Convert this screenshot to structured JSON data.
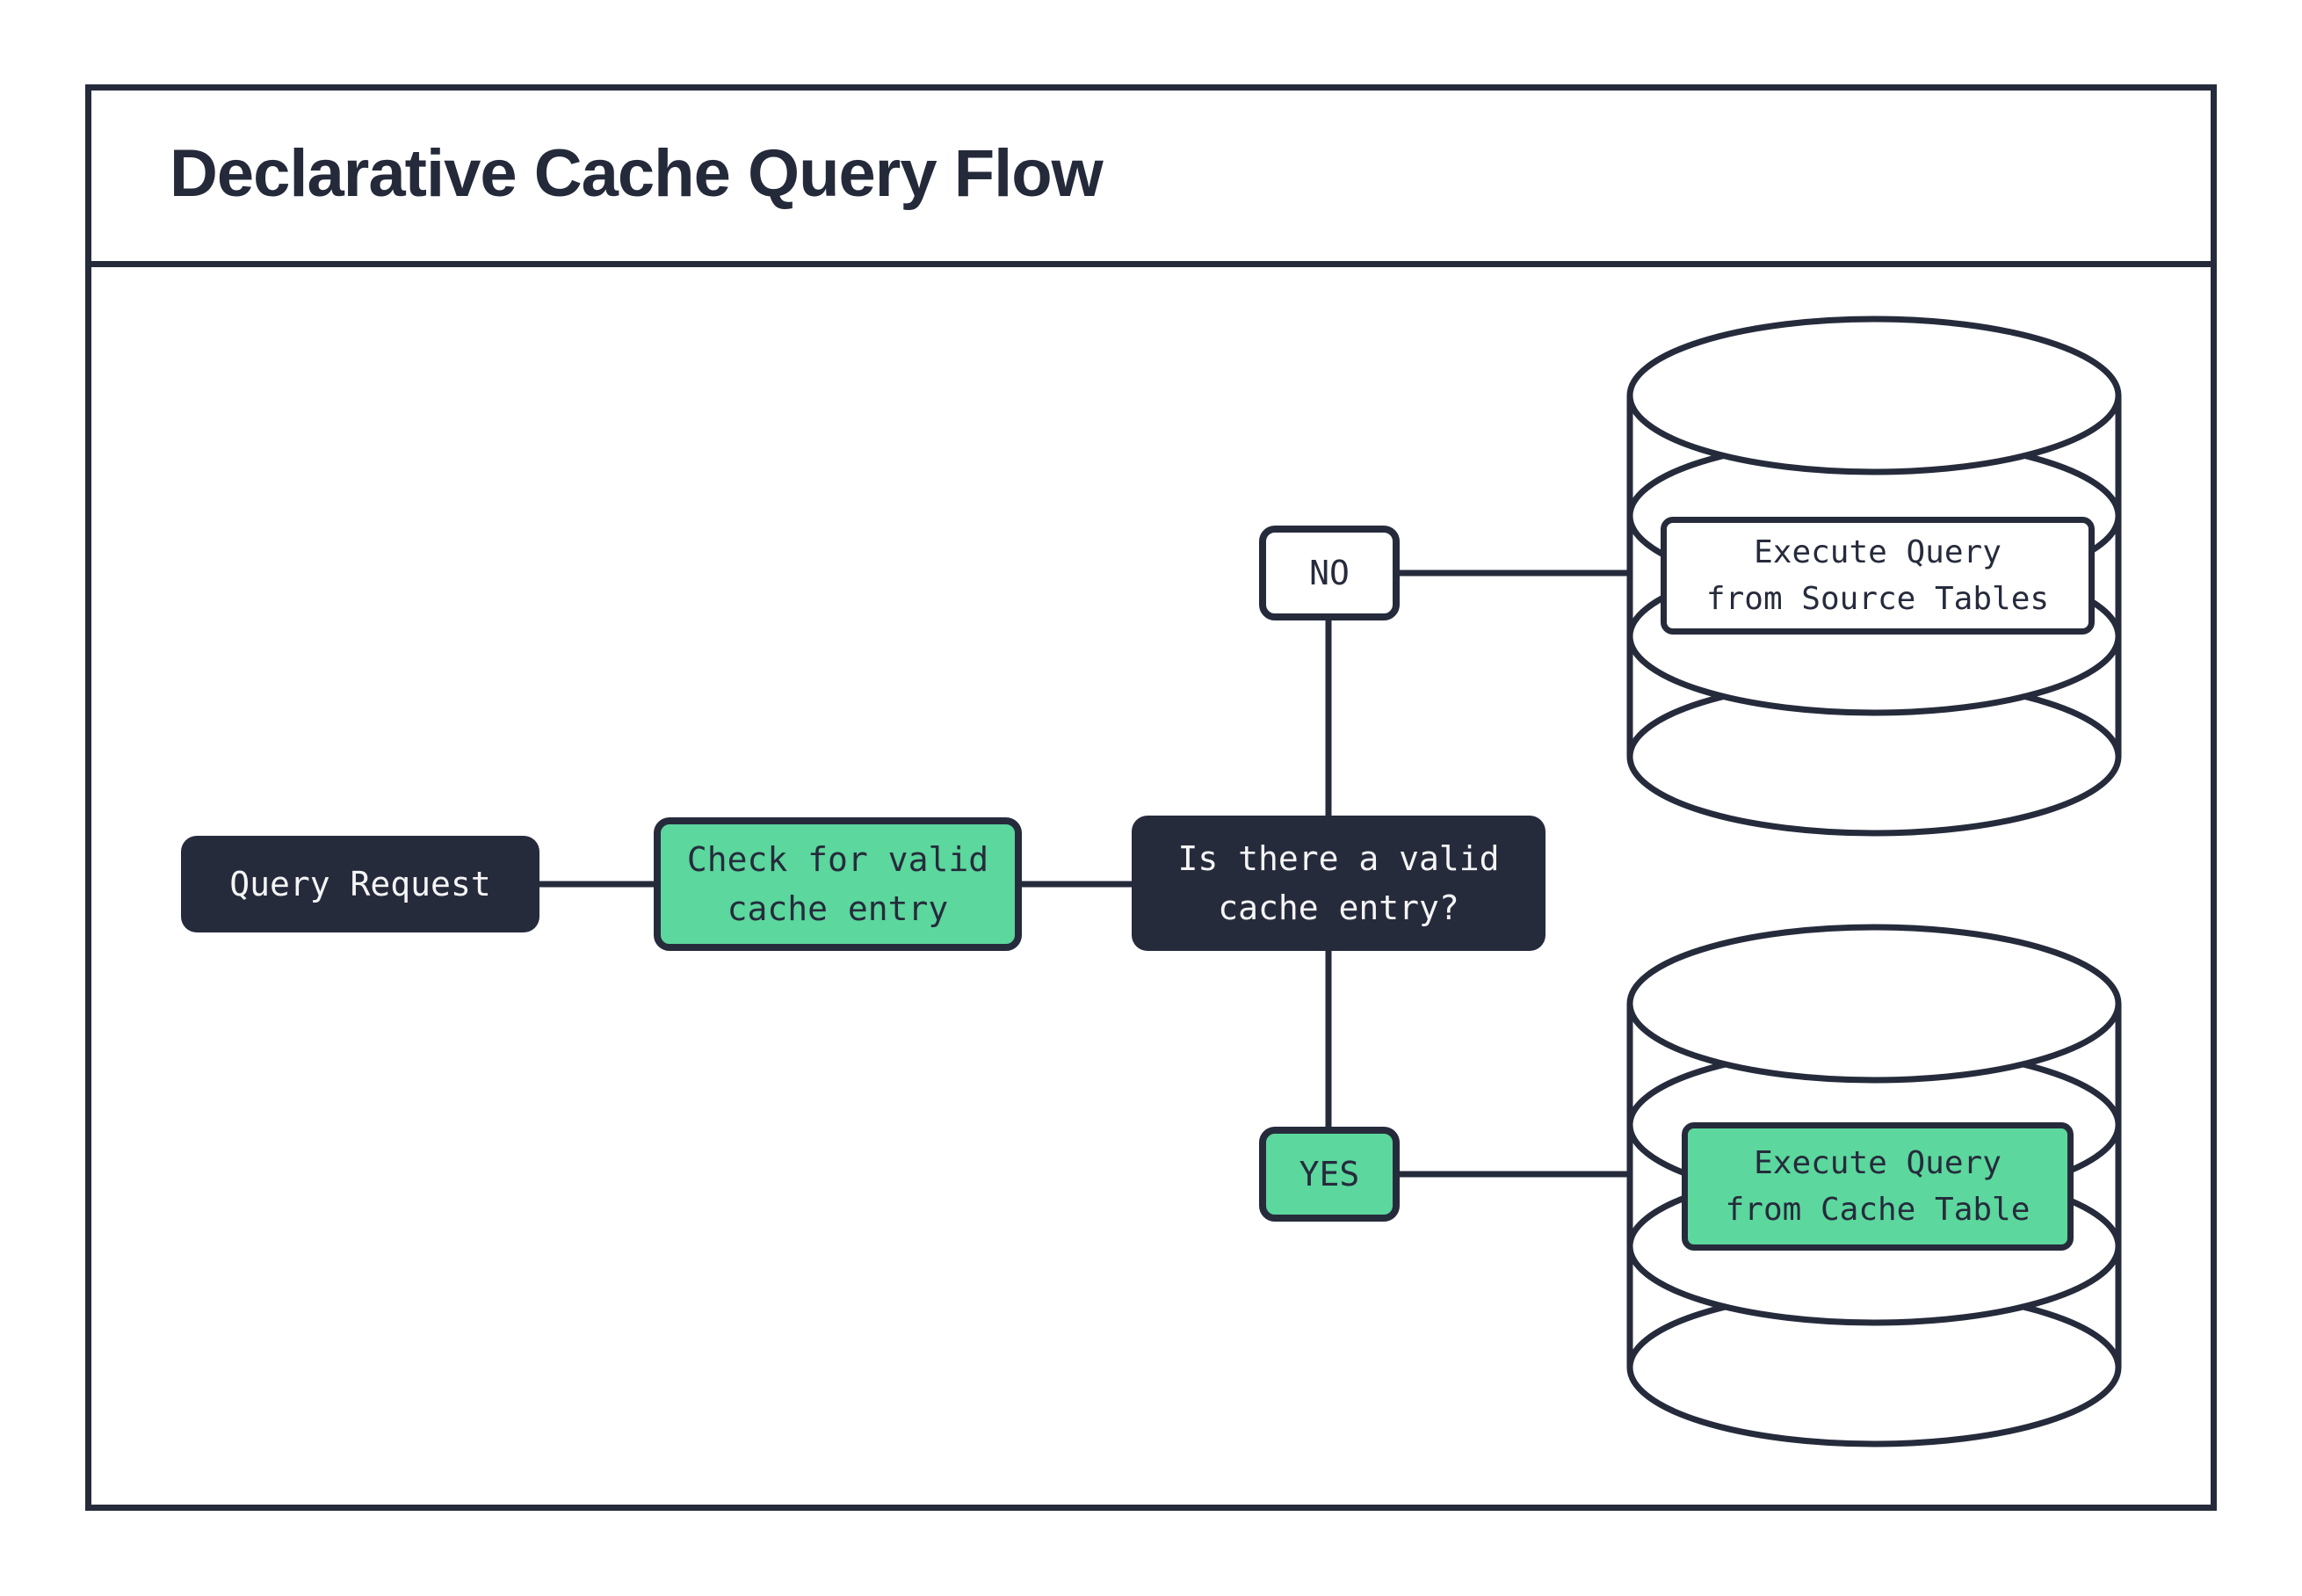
{
  "title": "Declarative Cache Query Flow",
  "colors": {
    "dark_navy": "#262B3C",
    "green": "#5CD79D",
    "background": "#FFFFFF",
    "light_text": "#F5F5F6"
  },
  "nodes": {
    "query_request": {
      "label": "Query Request"
    },
    "check_cache": {
      "lines": [
        "Check for valid",
        "cache entry"
      ]
    },
    "decision": {
      "lines": [
        "Is there a valid",
        "cache entry?"
      ]
    },
    "branch_no": {
      "label": "NO"
    },
    "branch_yes": {
      "label": "YES"
    },
    "source_db": {
      "lines": [
        "Execute Query",
        "from Source Tables"
      ]
    },
    "cache_db": {
      "lines": [
        "Execute Query",
        "from Cache Table"
      ]
    }
  }
}
